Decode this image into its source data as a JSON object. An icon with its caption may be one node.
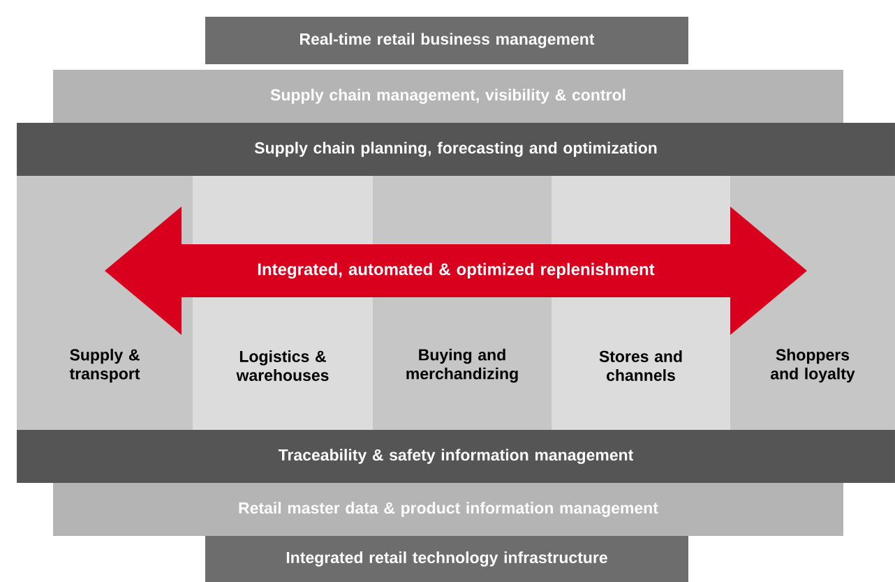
{
  "diagram": {
    "nodes": [
      {
        "text": [
          "Real-time retail business management"
        ]
      },
      {
        "text": [
          "Supply chain management, visibility & control"
        ]
      },
      {
        "text": [
          "Supply chain planning, forecasting and optimization"
        ]
      },
      {
        "text": [
          "Supply & transport"
        ]
      },
      {
        "text": [
          "Logistics & warehouses"
        ]
      },
      {
        "text": [
          "Buying and merchandizing"
        ]
      },
      {
        "text": [
          "Stores and channels"
        ]
      },
      {
        "text": [
          "Shoppers and loyalty"
        ]
      },
      {
        "text": [
          "Integrated, automated & optimized replenishment"
        ]
      },
      {
        "text": [
          "Traceability & safety information management"
        ]
      },
      {
        "text": [
          "Retail master data & product information management"
        ]
      },
      {
        "text": [
          "Integrated retail technology infrastructure"
        ]
      }
    ]
  }
}
